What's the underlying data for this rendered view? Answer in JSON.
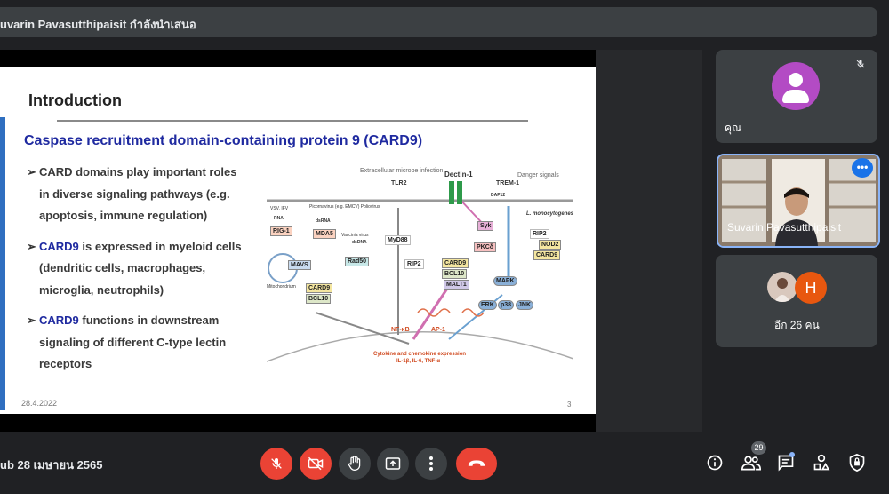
{
  "meeting": {
    "presenting_banner": "uvarin Pavasutthipaisit กำลังนำเสนอ",
    "datetime_text": "ub 28 เมษายน 2565"
  },
  "slide": {
    "title": "Introduction",
    "subtitle": "Caspase recruitment domain-containing protein 9 (CARD9)",
    "bullet1_text": "CARD domains play important roles in diverse signaling pathways (e.g. apoptosis, immune regulation)",
    "bullet2_highlight": "CARD9",
    "bullet2_text": " is expressed in myeloid cells (dendritic cells, macrophages, microglia, neutrophils)",
    "bullet3_highlight": "CARD9",
    "bullet3_text": " functions in downstream signaling of different C-type lectin receptors",
    "date": "28.4.2022",
    "page_number": "3",
    "diagram": {
      "extracellular": "Extracellular microbe infection",
      "dectin": "Dectin-1",
      "tlr2": "TLR2",
      "danger": "Danger signals",
      "trem": "TREM-1",
      "dap12": "DAP12",
      "virus": "VSV, IFV",
      "rna": "RNA",
      "picorna": "Picornavirus (e.g. EMCV) Poliovirus",
      "dsrna": "dsRNA",
      "vaccinia": "Vaccinia virus",
      "dsdna": "dsDNA",
      "l_mono": "L. monocytogenes",
      "rig1": "RIG-1",
      "mda5": "MDA5",
      "mavs": "MAVS",
      "mito": "Mitochondrium",
      "rad50": "Rad50",
      "card9": "CARD9",
      "bcl10": "BCL10",
      "myd88": "MyD88",
      "rip2": "RIP2",
      "syk": "Syk",
      "pkc": "PKCδ",
      "malt1": "MALT1",
      "nod2": "NOD2",
      "mapk": "MAPK",
      "erk": "ERK",
      "p38": "p38",
      "jnk": "JNK",
      "nfkb": "NF-κB",
      "ap1": "AP-1",
      "cytokine": "Cytokine and chemokine expression",
      "cytokine_list": "IL-1β, IL-6, TNF-α"
    }
  },
  "participants": {
    "self_label": "คุณ",
    "presenter_name": "Suvarin Pavasutthipaisit",
    "others_label": "อีก 26 คน",
    "other_avatar_letter": "H",
    "count_badge": "29"
  },
  "colors": {
    "red_button": "#ea4335",
    "slide_subtitle": "#1f2aa0",
    "avatar_purple": "#b34bc4",
    "avatar_orange": "#e8570f"
  },
  "icons": [
    "mic-off-icon",
    "camera-off-icon",
    "raise-hand-icon",
    "present-icon",
    "more-options-icon",
    "hang-up-icon",
    "info-icon",
    "people-icon",
    "chat-icon",
    "activities-icon",
    "host-controls-icon"
  ]
}
